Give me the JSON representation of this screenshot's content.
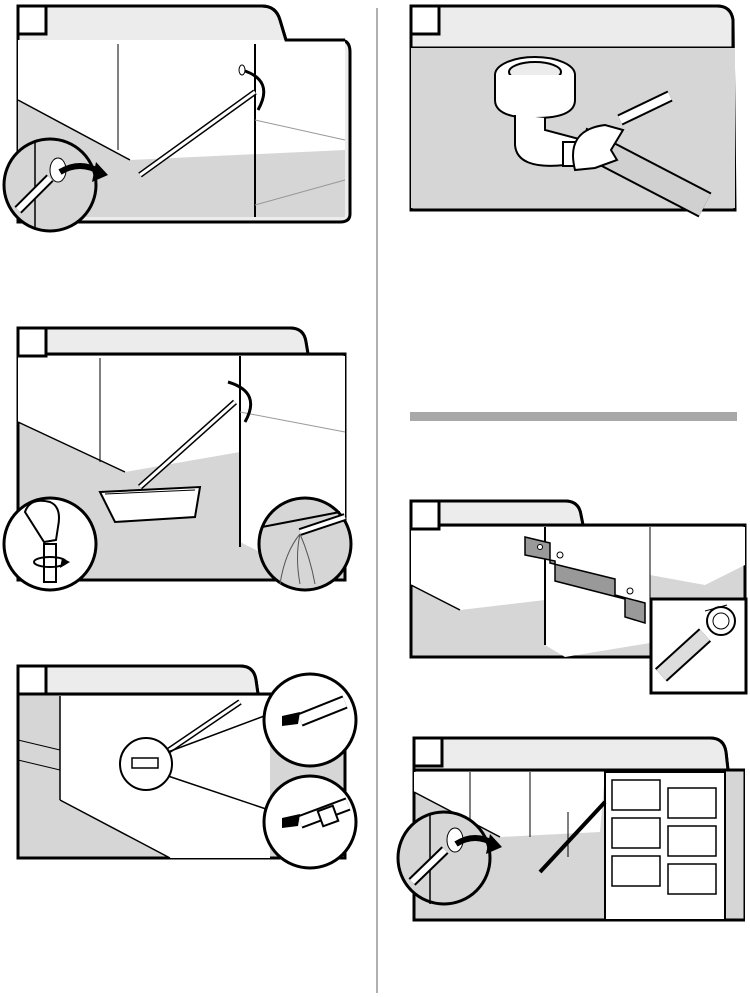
{
  "page": {
    "background": "#ffffff",
    "panel_fill": "#d6d6d6",
    "line_color": "#000000"
  },
  "panels": [
    {
      "id": "p1",
      "step_label": "",
      "icon": "water-line-through-hole"
    },
    {
      "id": "p2",
      "step_label": "",
      "icon": "drain-elbow-wrench"
    },
    {
      "id": "p3",
      "step_label": "",
      "icon": "flush-line-into-pan"
    },
    {
      "id": "p4",
      "step_label": "",
      "icon": "connect-fitting"
    },
    {
      "id": "p5",
      "step_label": "",
      "icon": "bracket-drill-holes"
    },
    {
      "id": "p6",
      "step_label": "",
      "icon": "route-hose-under-cabinet"
    }
  ]
}
